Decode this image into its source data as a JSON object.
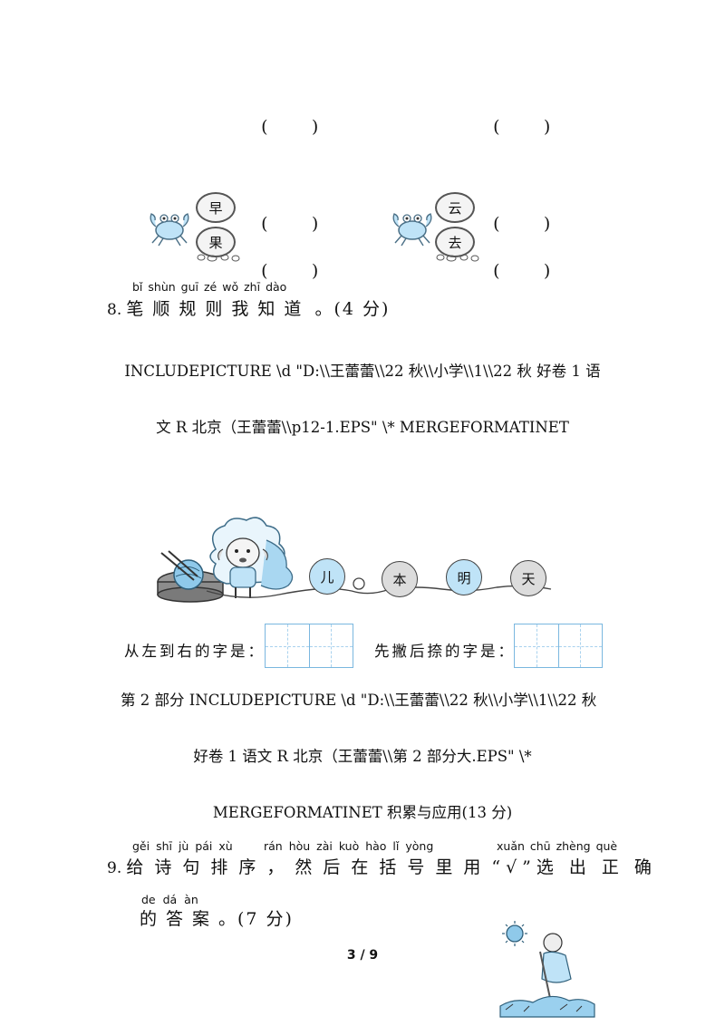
{
  "parens": {
    "open": "(",
    "close": ")"
  },
  "crab_pairs": [
    {
      "top": "早",
      "bottom": "果"
    },
    {
      "top": "云",
      "bottom": "去"
    }
  ],
  "q8": {
    "number": "8.",
    "pinyin": [
      "bǐ",
      "shùn",
      "guī",
      "zé",
      "wǒ",
      "zhī",
      "dào"
    ],
    "text": "笔顺规则我知道",
    "score": "。(4 分)"
  },
  "field1": {
    "line1": "INCLUDEPICTURE  \\d \"D:\\\\王蕾蕾\\\\22 秋\\\\小学\\\\1\\\\22 秋  好卷  1 语",
    "line2": "文  R 北京（王蕾蕾\\\\p12-1.EPS\" \\* MERGEFORMATINET"
  },
  "balls": [
    {
      "char": "儿",
      "color": "#bfe3f7"
    },
    {
      "char": "本",
      "color": "#dcdcdc"
    },
    {
      "char": "明",
      "color": "#bfe3f7"
    },
    {
      "char": "天",
      "color": "#dcdcdc"
    }
  ],
  "answers": {
    "left_label": "从左到右的字是：",
    "right_label": "先撇后捺的字是："
  },
  "part2": {
    "line1": "第 2 部分  INCLUDEPICTURE  \\d \"D:\\\\王蕾蕾\\\\22 秋\\\\小学\\\\1\\\\22 秋",
    "line2": "好卷  1 语文  R 北京（王蕾蕾\\\\第 2 部分大.EPS\" \\*",
    "line3": "MERGEFORMATINET  积累与应用(13 分)"
  },
  "q9": {
    "number": "9.",
    "pinyin_a": "gěi shī jù pái xù",
    "pinyin_b": "rán hòu zài kuò hào  lǐ  yòng",
    "pinyin_c": "xuǎn chū zhèng què",
    "text_a": "给诗句排序，",
    "text_b": "然后在括号里用",
    "check": "“√”",
    "text_c": "选出正确",
    "pinyin_d": "de  dá  àn",
    "text_d": "的答案",
    "score": "。(7 分)"
  },
  "footer": {
    "page": "3 / 9"
  }
}
